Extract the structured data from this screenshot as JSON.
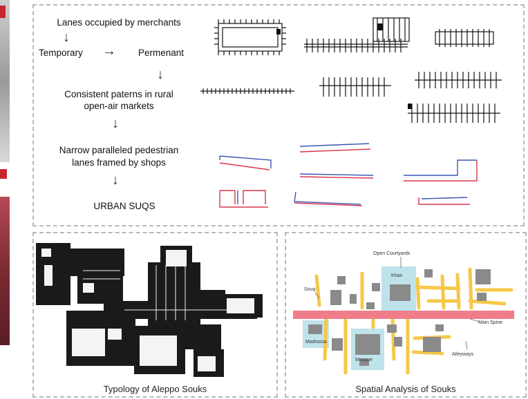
{
  "flow": {
    "step1": "Lanes occupied by merchants",
    "step2a": "Temporary",
    "step2b": "Permenant",
    "step3_line1": "Consistent paterns in rural",
    "step3_line2": "open-air markets",
    "step4_line1": "Narrow paralleled pedestrian",
    "step4_line2": "lanes framed by shops",
    "step5": "URBAN SUQS"
  },
  "panels": {
    "left_caption": "Typology of Aleppo Souks",
    "right_caption": "Spatial Analysis of Souks"
  },
  "spatial_labels": {
    "open_courtyards": "Open Courtyards",
    "souq": "Souq",
    "khan": "Khan",
    "main_spine": "Main Spine",
    "madrassa": "Madrassa",
    "mosque": "Mosque",
    "alleyways": "Alleyways"
  },
  "colors": {
    "main_spine": "#f07d8a",
    "alley": "#f6c84a",
    "building": "#8a8a8a",
    "highlight": "#bfe3ea",
    "lane_red": "#d9334a",
    "lane_blue": "#3a55b5"
  }
}
